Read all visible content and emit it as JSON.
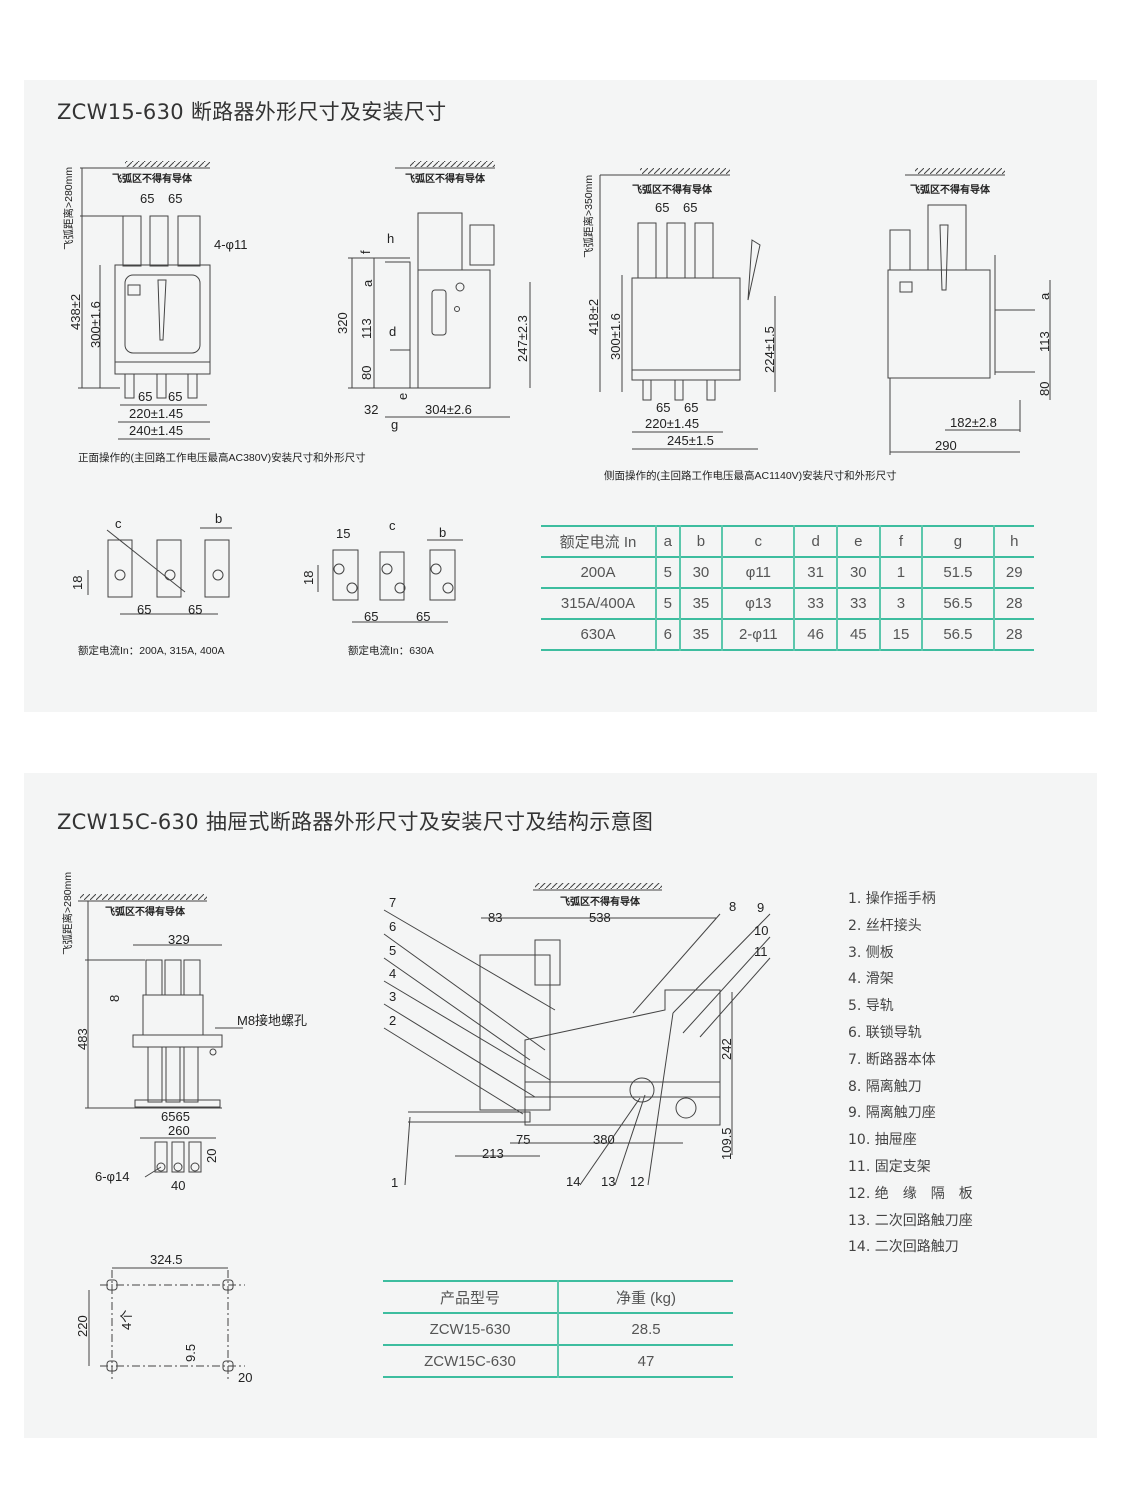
{
  "section1": {
    "title": "ZCW15-630 断路器外形尺寸及安装尺寸",
    "arc_zone": "飞弧区不得有导体",
    "arc_distance_280": "飞弧距离>280mm",
    "arc_distance_350": "飞弧距离>350mm",
    "front_op": {
      "front": {
        "d65a": "65",
        "d65b": "65",
        "hole": "4-φ11",
        "h438": "438±2",
        "h300": "300±1.6",
        "b65a": "65",
        "b65b": "65",
        "w220": "220±1.45",
        "w240": "240±1.45"
      },
      "side": {
        "h": "h",
        "f": "f",
        "a": "a",
        "h320": "320",
        "h113": "113",
        "d": "d",
        "h80": "80",
        "e": "e",
        "w32": "32",
        "g": "g",
        "w304": "304±2.6",
        "h247": "247±2.3"
      },
      "caption": "正面操作的(主回路工作电压最高AC380V)安装尺寸和外形尺寸"
    },
    "side_op": {
      "front": {
        "d65a": "65",
        "d65b": "65",
        "h418": "418±2",
        "h300": "300±1.6",
        "h224": "224±1.5",
        "b65a": "65",
        "b65b": "65",
        "w220": "220±1.45",
        "w245": "245±1.5"
      },
      "side": {
        "a": "a",
        "h113": "113",
        "h80": "80",
        "w182": "182±2.8",
        "w290": "290"
      },
      "caption": "侧面操作的(主回路工作电压最高AC1140V)安装尺寸和外形尺寸"
    },
    "terminals": {
      "small": {
        "c": "c",
        "b": "b",
        "h18": "18",
        "w65a": "65",
        "w65b": "65",
        "caption": "额定电流In：200A, 315A, 400A"
      },
      "large": {
        "w15": "15",
        "c": "c",
        "b": "b",
        "h18": "18",
        "w65a": "65",
        "w65b": "65",
        "caption": "额定电流In：630A"
      }
    },
    "table": {
      "headers": [
        "额定电流 In",
        "a",
        "b",
        "c",
        "d",
        "e",
        "f",
        "g",
        "h"
      ],
      "rows": [
        [
          "200A",
          "5",
          "30",
          "φ11",
          "31",
          "30",
          "1",
          "51.5",
          "29"
        ],
        [
          "315A/400A",
          "5",
          "35",
          "φ13",
          "33",
          "33",
          "3",
          "56.5",
          "28"
        ],
        [
          "630A",
          "6",
          "35",
          "2-φ11",
          "46",
          "45",
          "15",
          "56.5",
          "28"
        ]
      ]
    }
  },
  "section2": {
    "title": "ZCW15C-630 抽屉式断路器外形尺寸及安装尺寸及结构示意图",
    "front": {
      "w329": "329",
      "h8": "8",
      "h483": "483",
      "ground": "M8接地螺孔",
      "w6565": "6565",
      "w260": "260",
      "h20": "20",
      "holes": "6-φ14",
      "w40": "40"
    },
    "mount": {
      "w324": "324.5",
      "h220": "220",
      "count": "4个",
      "h95": "9.5",
      "w20": "20"
    },
    "structure": {
      "callouts": [
        "1",
        "2",
        "3",
        "4",
        "5",
        "6",
        "7",
        "8",
        "9",
        "10",
        "11",
        "12",
        "13",
        "14"
      ],
      "w83": "83",
      "w538": "538",
      "h242": "242",
      "w75": "75",
      "w380": "380",
      "w213": "213",
      "h109": "109.5"
    },
    "parts": [
      "1. 操作摇手柄",
      "2. 丝杆接头",
      "3. 侧板",
      "4. 滑架",
      "5. 导轨",
      "6. 联锁导轨",
      "7. 断路器本体",
      "8. 隔离触刀",
      "9. 隔离触刀座",
      "10. 抽屉座",
      "11. 固定支架",
      "12. 绝　缘　隔　板",
      "13. 二次回路触刀座",
      "14. 二次回路触刀"
    ],
    "weight_table": {
      "headers": [
        "产品型号",
        "净重 (kg)"
      ],
      "rows": [
        [
          "ZCW15-630",
          "28.5"
        ],
        [
          "ZCW15C-630",
          "47"
        ]
      ]
    }
  },
  "colors": {
    "panel": "#f4f5f5",
    "table_line": "#3dbd9f"
  }
}
